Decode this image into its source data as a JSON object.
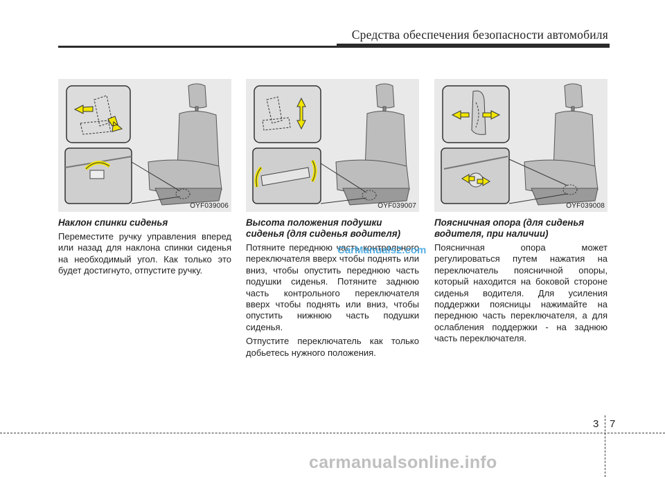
{
  "header": {
    "title": "Средства обеспечения безопасности автомобиля"
  },
  "columns": [
    {
      "figure_code": "OYF039006",
      "title": "Наклон спинки сиденья",
      "paragraphs": [
        "Переместите ручку управления вперед или назад для наклона спинки сиденья на необходимый угол. Как только это будет достигнуто, отпустите ручку."
      ]
    },
    {
      "figure_code": "OYF039007",
      "title": "Высота положения подушки сиденья (для сиденья водителя)",
      "paragraphs": [
        "Потяните переднюю часть контрольного переключателя вверх чтобы поднять или вниз, чтобы опустить переднюю часть подушки сиденья. Потяните заднюю часть контрольного переключателя вверх чтобы поднять или вниз, чтобы опустить нижнюю часть подушки сиденья.",
        "Отпустите переключатель как только добьетесь нужного положения."
      ]
    },
    {
      "figure_code": "OYF039008",
      "title": "Поясничная опора (для сиденья водителя, при наличии)",
      "paragraphs": [
        "Поясничная опора может регулироваться путем нажатия на переключатель поясничной опоры, который находится на боковой стороне сиденья водителя. Для усиления поддержки поясницы нажимайте на переднюю часть переключателя, а для ослабления поддержки - на заднюю часть переключателя."
      ]
    }
  ],
  "watermark_mid": "CarManuals2.com",
  "footer": {
    "section": "3",
    "page": "7"
  },
  "watermark_bottom": "carmanualsonline.info",
  "colors": {
    "arrow_fill": "#f2e600",
    "arrow_stroke": "#333333",
    "figure_bg": "#e9e9e9",
    "watermark_blue": "#3aa3e0"
  }
}
